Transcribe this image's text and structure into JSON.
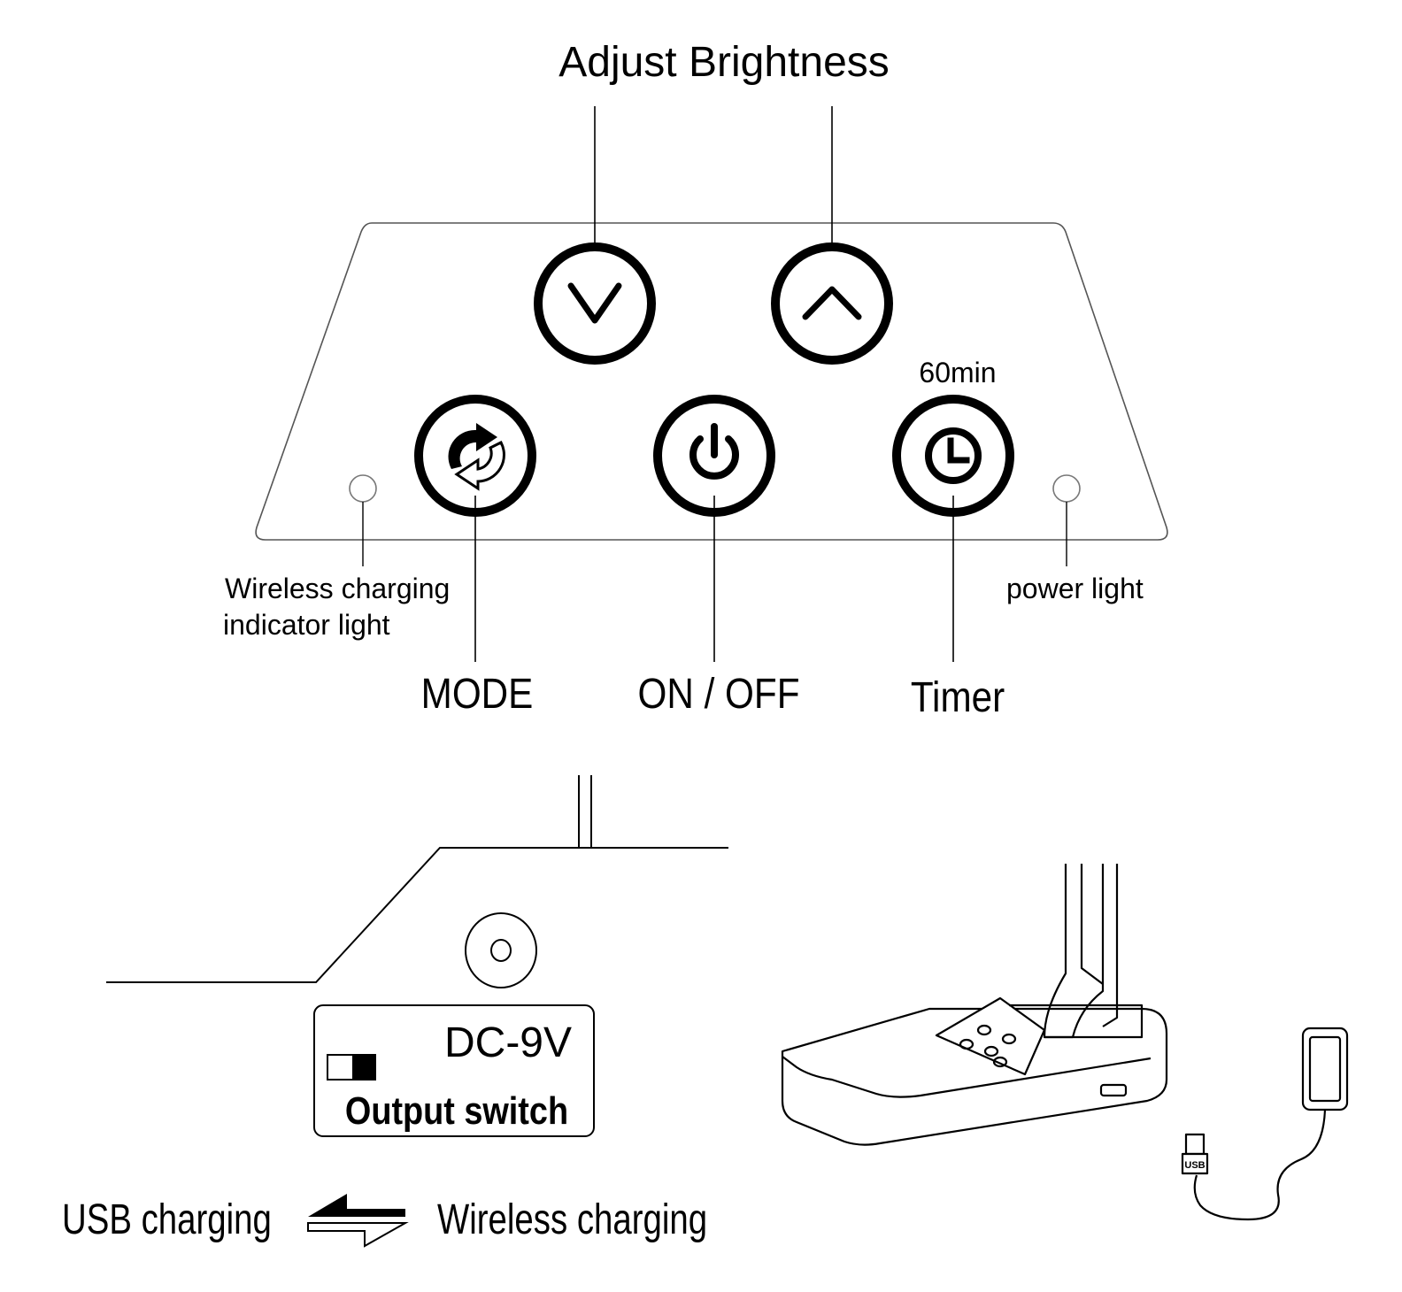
{
  "top_panel": {
    "title": "Adjust Brightness",
    "timer_duration": "60min",
    "buttons": [
      {
        "name": "brightness-down",
        "icon": "chevron-down-icon"
      },
      {
        "name": "brightness-up",
        "icon": "chevron-up-icon"
      },
      {
        "name": "mode",
        "icon": "cycle-arrows-icon",
        "label": "MODE"
      },
      {
        "name": "power",
        "icon": "power-icon",
        "label": "ON / OFF"
      },
      {
        "name": "timer",
        "icon": "clock-icon",
        "label": "Timer"
      }
    ],
    "wireless_light_label_line1": "Wireless charging",
    "wireless_light_label_line2": "indicator light",
    "power_light_label": "power light"
  },
  "side_view": {
    "voltage_label": "DC-9V",
    "switch_label": "Output switch",
    "mode_left": "USB charging",
    "mode_right": "Wireless charging"
  },
  "phone_illustration": {
    "usb_plug_label": "USB"
  }
}
